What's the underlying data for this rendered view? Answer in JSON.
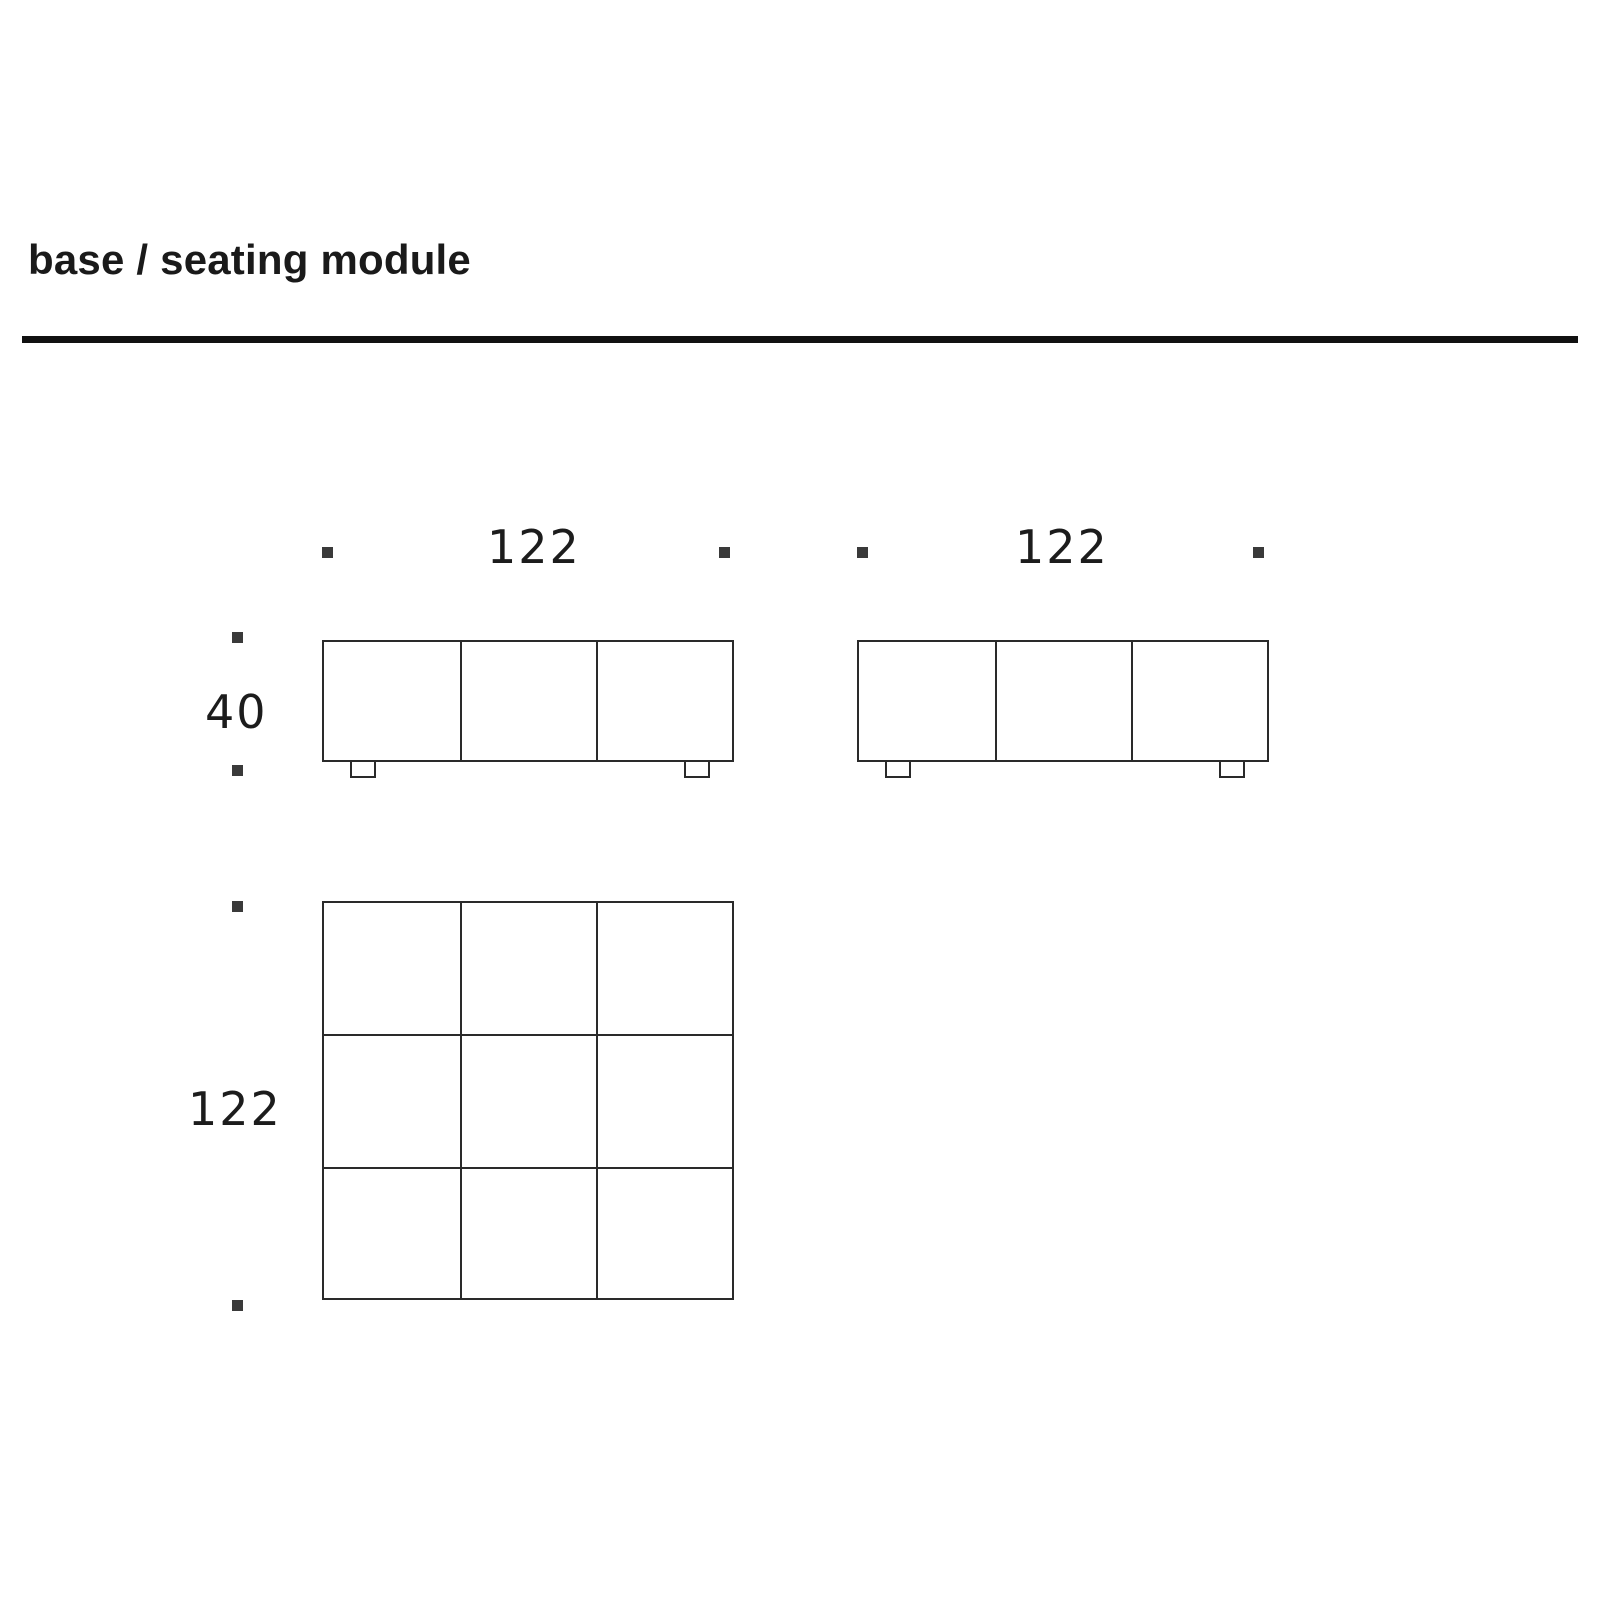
{
  "page": {
    "title": "base / seating module",
    "background_color": "#ffffff",
    "line_color": "#2a2a2a",
    "text_color": "#1a1a1a"
  },
  "diagram": {
    "type": "technical-dimension-drawing",
    "units_note": "",
    "views": [
      {
        "name": "front-elevation-left",
        "dimensions": {
          "width": "122",
          "height": "40"
        },
        "segments": 3
      },
      {
        "name": "front-elevation-right",
        "dimensions": {
          "width": "122"
        },
        "segments": 3
      },
      {
        "name": "plan-top-view",
        "dimensions": {
          "width": "122",
          "depth": "122"
        },
        "grid": {
          "columns": 3,
          "rows": 3
        }
      }
    ],
    "labels": {
      "width_left": "122",
      "width_right": "122",
      "height": "40",
      "depth": "122"
    }
  }
}
